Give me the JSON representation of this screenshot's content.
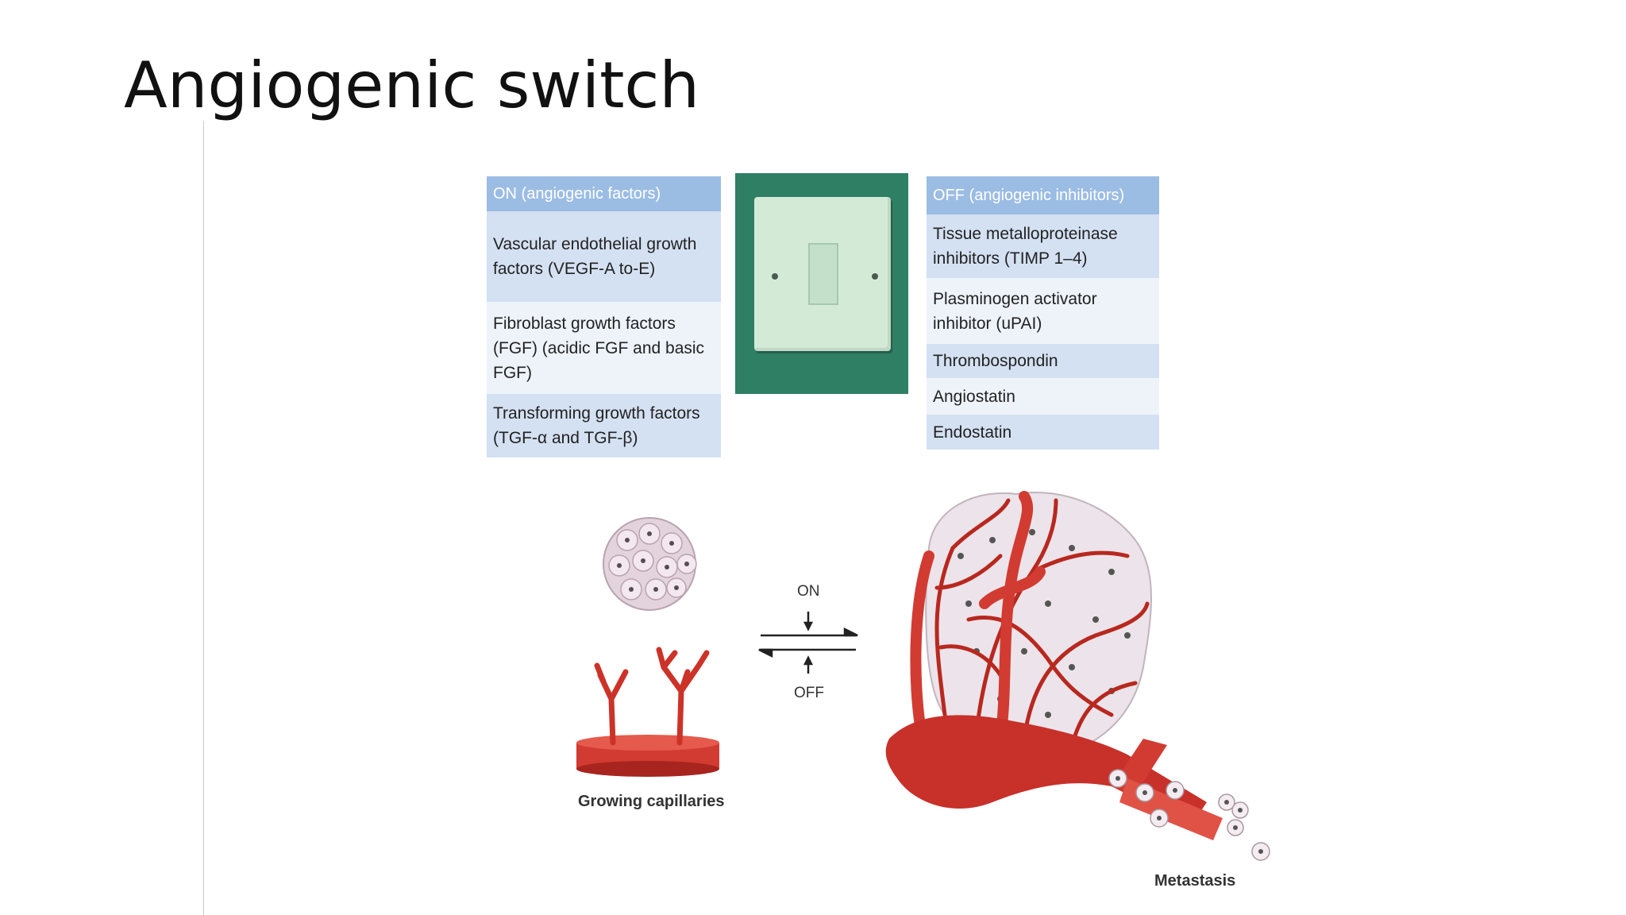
{
  "slide": {
    "title": "Angiogenic switch"
  },
  "on_table": {
    "header": "ON (angiogenic factors)",
    "rows": [
      "Vascular endothelial growth factors (VEGF-A to-E)",
      "Fibroblast growth factors (FGF) (acidic FGF and basic FGF)",
      "Transforming growth factors (TGF-α and TGF-β)"
    ]
  },
  "off_table": {
    "header": "OFF (angiogenic inhibitors)",
    "rows": [
      "Tissue metalloproteinase inhibitors (TIMP 1–4)",
      "Plasminogen activator inhibitor (uPAI)",
      "Thrombospondin",
      "Angiostatin",
      "Endostatin"
    ]
  },
  "diagram": {
    "left_label": "Growing capillaries",
    "right_label": "Metastasis",
    "switch_on": "ON",
    "switch_off": "OFF"
  },
  "colors": {
    "table_header": "#9bbce3",
    "row_dark": "#d4e1f2",
    "row_light": "#eef3fa",
    "vessel_red": "#c8302a",
    "switch_green": "#2f7f64"
  }
}
